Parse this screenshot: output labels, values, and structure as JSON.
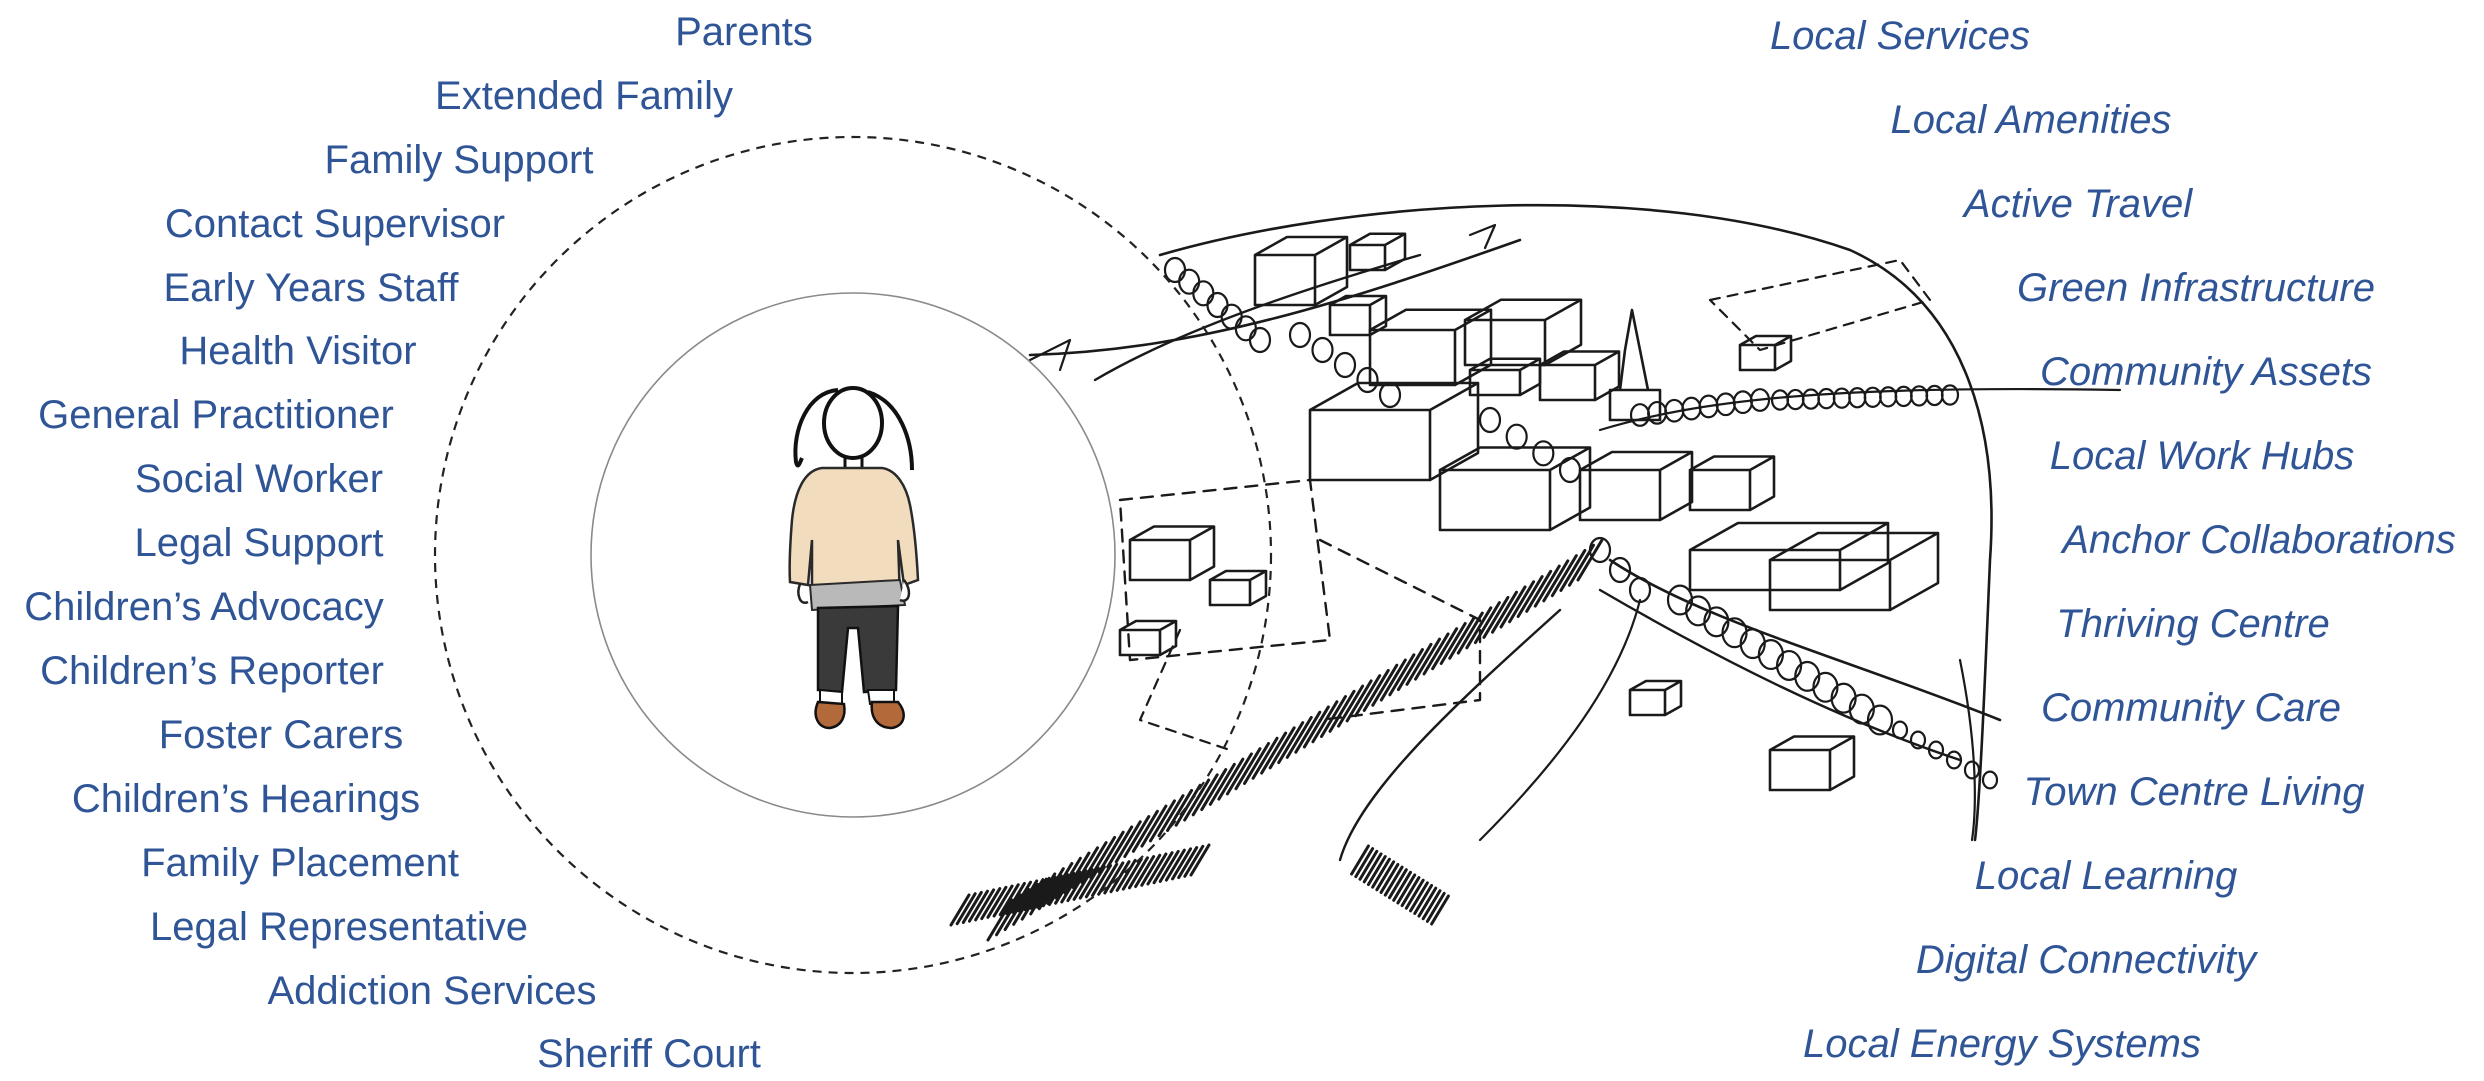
{
  "diagram": {
    "people_labels": [
      "Parents",
      "Extended Family",
      "Family Support",
      "Contact Supervisor",
      "Early Years Staff",
      "Health Visitor",
      "General Practitioner",
      "Social Worker",
      "Legal Support",
      "Children’s Advocacy",
      "Children’s Reporter",
      "Foster Carers",
      "Children’s Hearings",
      "Family Placement",
      "Legal Representative",
      "Addiction Services",
      "Sheriff Court"
    ],
    "place_labels": [
      "Local Services",
      "Local Amenities",
      "Active Travel",
      "Green Infrastructure",
      "Community Assets",
      "Local Work Hubs",
      "Anchor Collaborations",
      "Thriving Centre",
      "Community Care",
      "Town Centre Living",
      "Local Learning",
      "Digital Connectivity",
      "Local Energy Systems"
    ],
    "colors": {
      "label_text": "#2f5597",
      "sketch_ink": "#1a1a1a",
      "circle_line": "#222222",
      "inner_circle_line": "#8a8a8a",
      "child_top": "#f2dcbe",
      "child_skirt": "#b9b9b9",
      "child_trousers": "#3a3a3a",
      "child_shoes": "#b26a3a"
    },
    "icons": {
      "child": "child-figure-icon",
      "town": "town-sketch-illustration"
    }
  }
}
